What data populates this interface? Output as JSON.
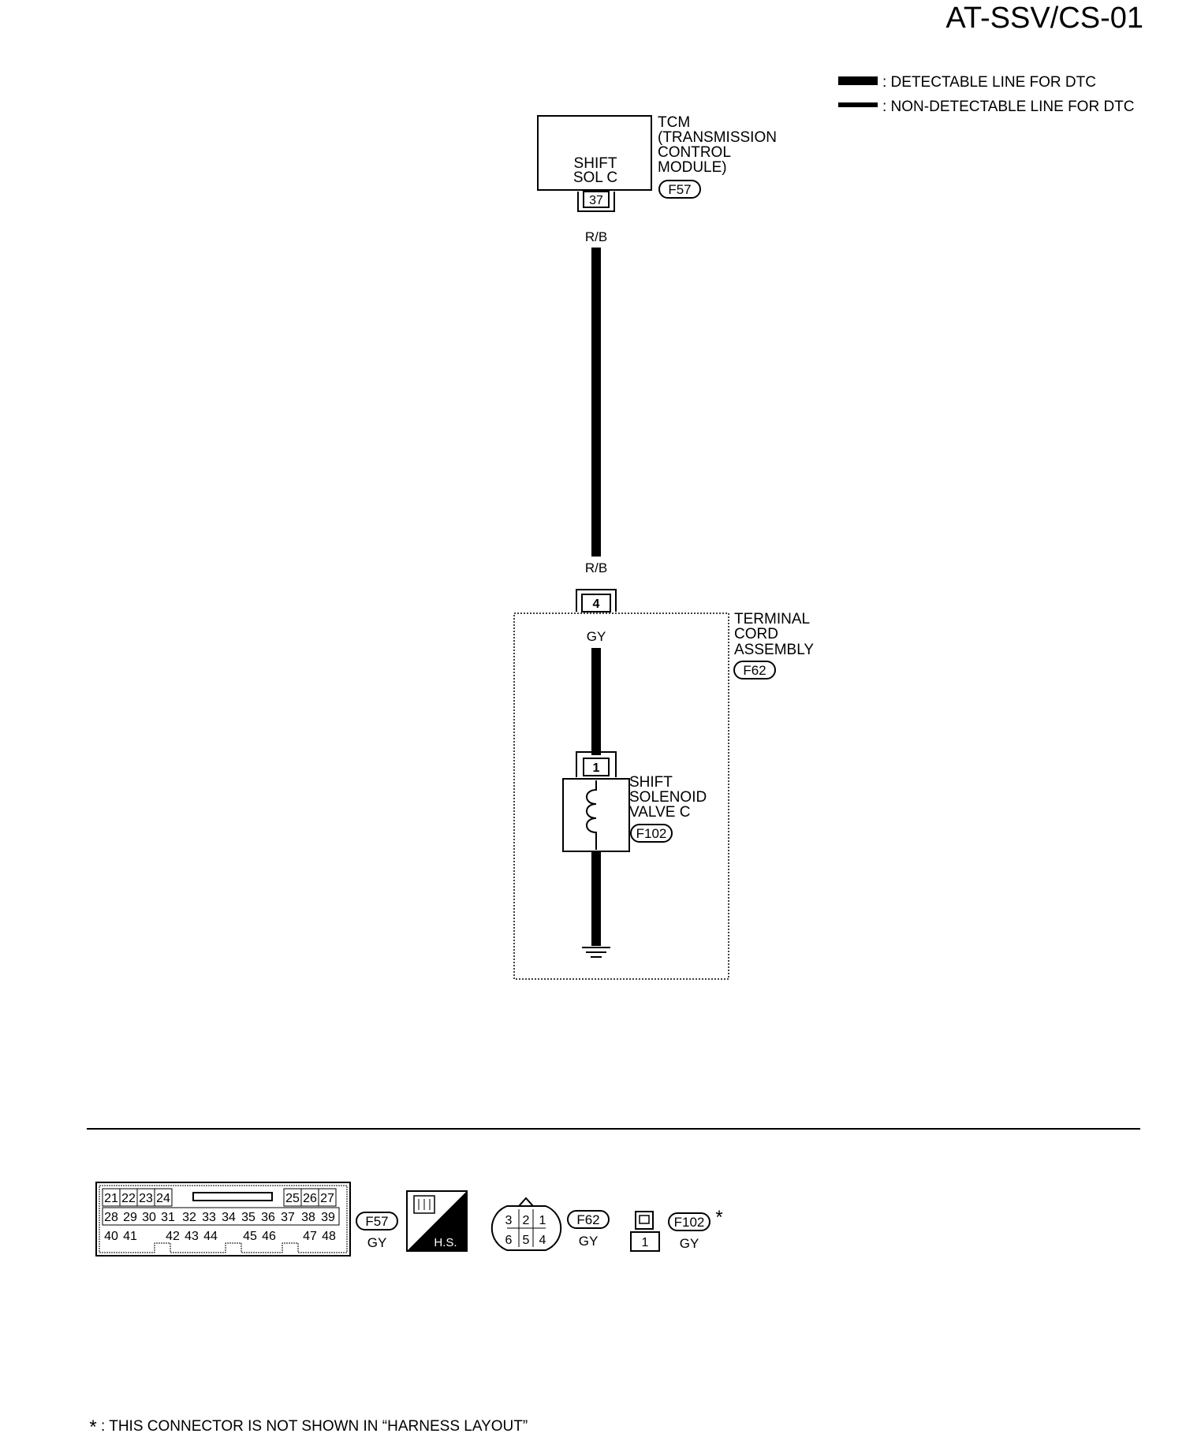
{
  "page": {
    "code": "AT-SSV/CS-01"
  },
  "legend": {
    "detectable": ": DETECTABLE LINE FOR DTC",
    "non_detectable": ": NON-DETECTABLE LINE FOR DTC"
  },
  "tcm": {
    "title_lines": [
      "TCM",
      "(TRANSMISSION",
      "CONTROL",
      "MODULE)"
    ],
    "function_lines": [
      "SHIFT",
      "SOL C"
    ],
    "terminal": "37",
    "connector": "F57"
  },
  "wire": {
    "top_color": "R/B",
    "mid_color": "R/B",
    "inner_color": "GY"
  },
  "terminal_cord": {
    "title_lines": [
      "TERMINAL",
      "CORD",
      "ASSEMBLY"
    ],
    "terminal": "4",
    "connector": "F62"
  },
  "solenoid": {
    "title_lines": [
      "SHIFT",
      "SOLENOID",
      "VALVE C"
    ],
    "terminal": "1",
    "connector": "F102"
  },
  "connectors": {
    "f57": {
      "id": "F57",
      "color": "GY",
      "row1": [
        "21",
        "22",
        "23",
        "24",
        "25",
        "26",
        "27"
      ],
      "row2": [
        "28",
        "29",
        "30",
        "31",
        "32",
        "33",
        "34",
        "35",
        "36",
        "37",
        "38",
        "39"
      ],
      "row3": [
        "40",
        "41",
        "42",
        "43",
        "44",
        "45",
        "46",
        "47",
        "48"
      ]
    },
    "hs": {
      "label": "H.S."
    },
    "f62": {
      "id": "F62",
      "color": "GY",
      "top": [
        "3",
        "2",
        "1"
      ],
      "bottom": [
        "6",
        "5",
        "4"
      ]
    },
    "f102": {
      "id": "F102",
      "color": "GY",
      "pin": "1",
      "mark": "*"
    }
  },
  "footnote": {
    "star": "*",
    "text": ": THIS CONNECTOR IS NOT SHOWN IN “HARNESS LAYOUT”"
  }
}
